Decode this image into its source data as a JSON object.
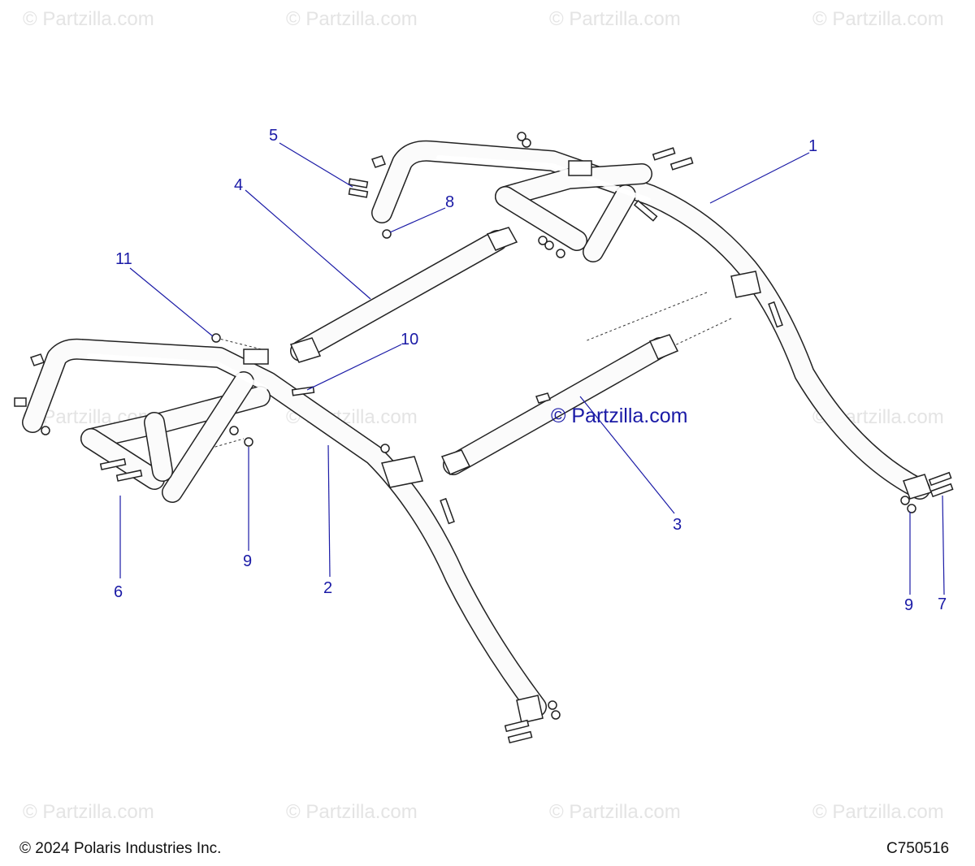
{
  "watermarks": {
    "text": "© Partzilla.com",
    "center_text": "© Partzilla.com"
  },
  "callouts": [
    {
      "id": "1",
      "label": "1"
    },
    {
      "id": "2",
      "label": "2"
    },
    {
      "id": "3",
      "label": "3"
    },
    {
      "id": "4",
      "label": "4"
    },
    {
      "id": "5",
      "label": "5"
    },
    {
      "id": "6",
      "label": "6"
    },
    {
      "id": "7",
      "label": "7"
    },
    {
      "id": "8",
      "label": "8"
    },
    {
      "id": "9a",
      "label": "9"
    },
    {
      "id": "9b",
      "label": "9"
    },
    {
      "id": "10",
      "label": "10"
    },
    {
      "id": "11",
      "label": "11"
    }
  ],
  "footer": {
    "copyright": "© 2024 Polaris Industries Inc.",
    "diagram_code": "C750516"
  },
  "colors": {
    "callout": "#1a1aa6",
    "watermark": "#e4e4e4",
    "outline": "#222222"
  }
}
